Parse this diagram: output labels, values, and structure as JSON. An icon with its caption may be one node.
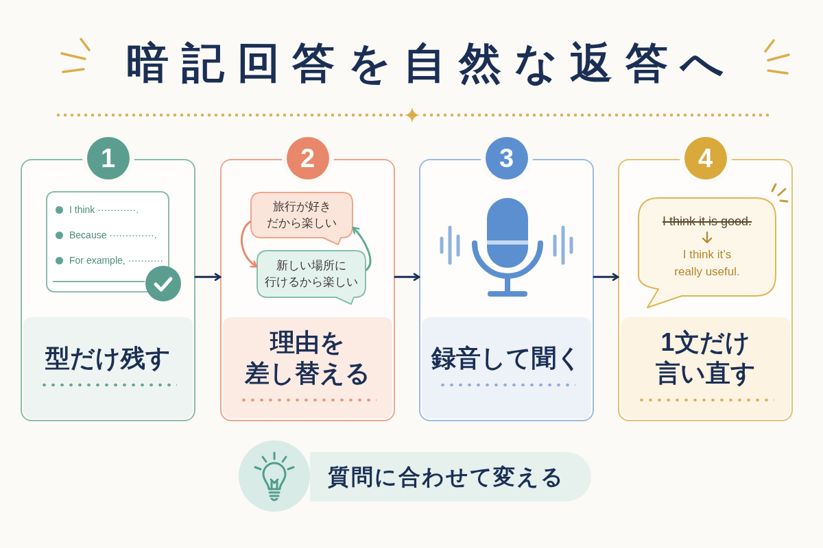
{
  "diagram": {
    "title": "暗記回答を自然な返答へ",
    "nodes": [
      {
        "text": [
          "1",
          "型だけ残す"
        ]
      },
      {
        "text": [
          "I think ············.",
          "Because ··············.",
          "For example, ···········"
        ],
        "in": 0
      },
      {
        "text": [
          "2",
          "理由を差し替える"
        ]
      },
      {
        "text": [
          "旅行が好きだから楽しい"
        ],
        "in": 2
      },
      {
        "text": [
          "新しい場所に行けるから楽しい"
        ],
        "in": 2
      },
      {
        "text": [
          "3",
          "録音して聞く"
        ]
      },
      {
        "text": [
          "4",
          "1文だけ言い直す"
        ]
      },
      {
        "text": [
          "I think it is good.",
          "I think it’s really useful."
        ],
        "in": 6
      },
      {
        "text": [
          "質問に合わせて変える"
        ]
      }
    ],
    "edges": [
      {
        "from": 0,
        "to": 2,
        "arrow": "to"
      },
      {
        "from": 2,
        "to": 5,
        "arrow": "to"
      },
      {
        "from": 5,
        "to": 6,
        "arrow": "to"
      },
      {
        "from": 3,
        "to": 4,
        "arrow": "to",
        "color": "#e8896b"
      },
      {
        "from": 4,
        "to": 3,
        "arrow": "to",
        "color": "#5fab96"
      }
    ]
  }
}
